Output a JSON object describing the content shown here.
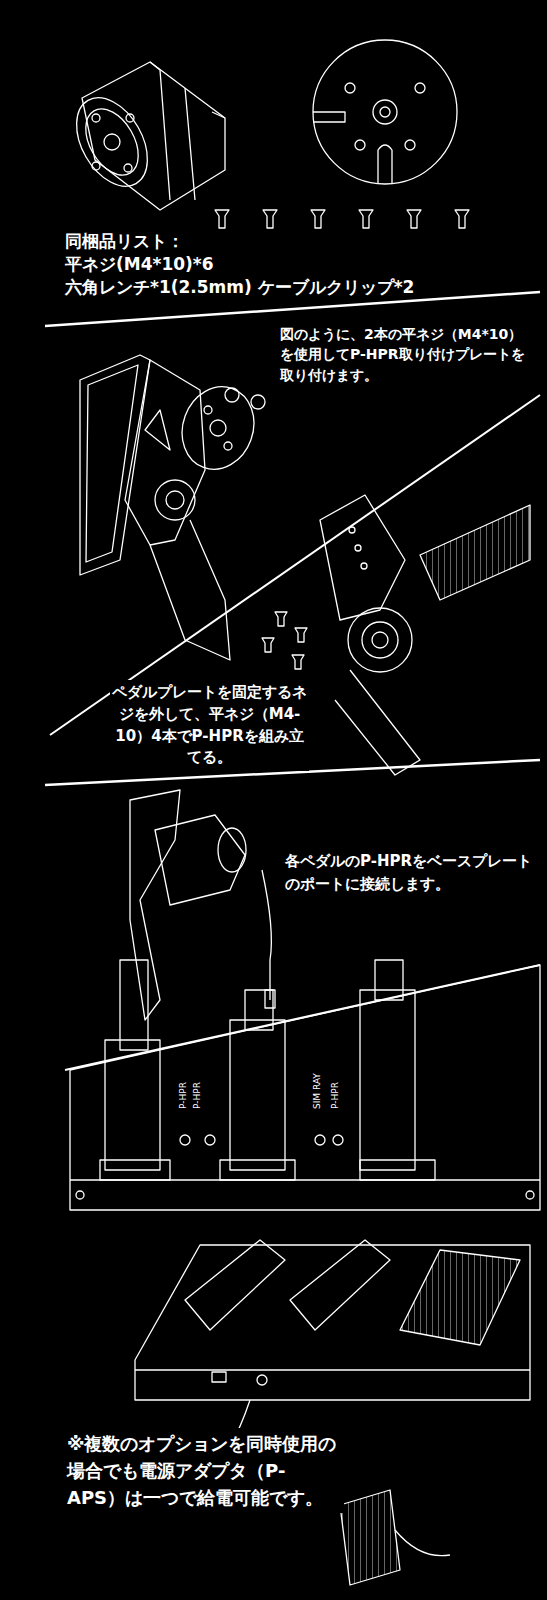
{
  "diagram": {
    "labels": [
      "同梱品リスト：",
      "平ネジ(M4*10)*6",
      "六角レンチ*1(2.5mm) ケーブルクリップ*2",
      "図のように、2本の平ネジ（M4*10）を使用してP-HPR取り付けプレートを取り付けます。",
      "ペダルプレートを固定するネジを外して、平ネジ（M4-10）4本でP-HPRを組み立てる。",
      "各ペダルのP-HPRをベースプレートのポートに接続します。",
      "P-HPR",
      "P-HPR",
      "SIM RAY",
      "P-HPR",
      "※複数のオプションを同時使用の場合でも電源アダプタ（P-APS）は一つで給電可能です。"
    ]
  }
}
